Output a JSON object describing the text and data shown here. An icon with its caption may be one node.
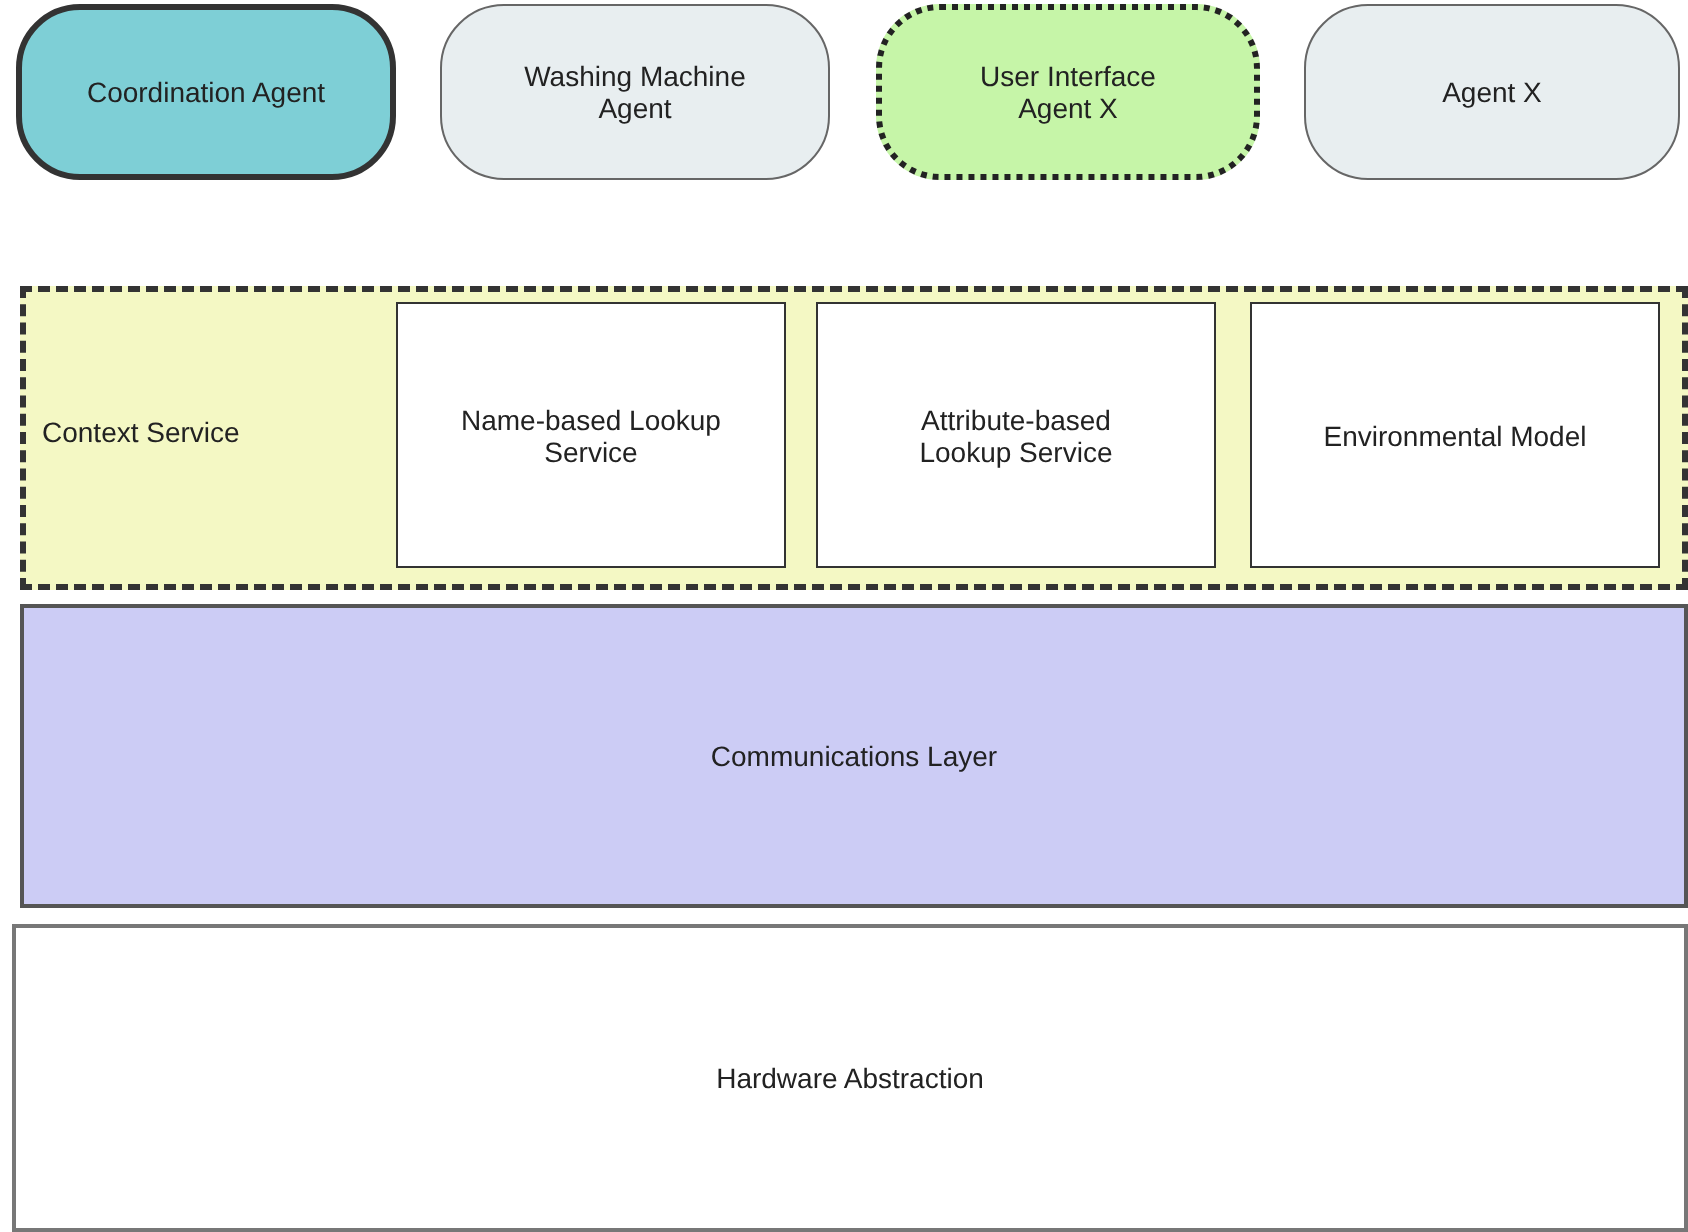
{
  "diagram": {
    "nodes": [
      {
        "text": [
          "Coordination Agent"
        ]
      },
      {
        "text": [
          "Washing Machine Agent"
        ]
      },
      {
        "text": [
          "User Interface Agent X"
        ]
      },
      {
        "text": [
          "Agent X"
        ]
      },
      {
        "text": [
          "Context Service"
        ]
      },
      {
        "text": [
          "Name-based Lookup Service"
        ],
        "in": 4
      },
      {
        "text": [
          "Attribute-based Lookup Service"
        ],
        "in": 4
      },
      {
        "text": [
          "Environmental Model"
        ],
        "in": 4
      },
      {
        "text": [
          "Communications Layer"
        ]
      },
      {
        "text": [
          "Hardware Abstraction"
        ]
      }
    ]
  }
}
